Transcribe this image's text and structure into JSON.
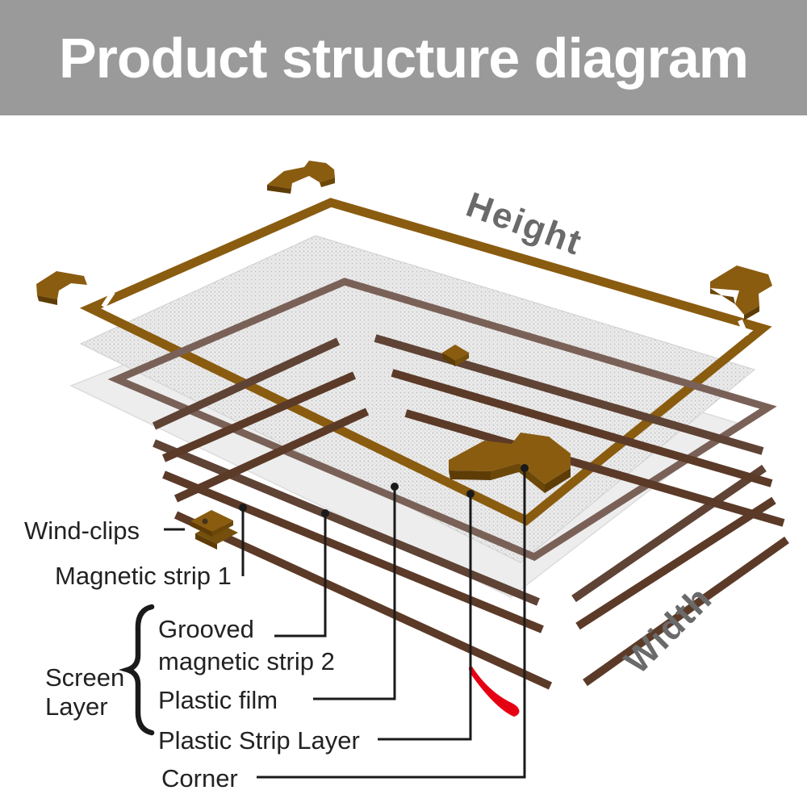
{
  "title": {
    "text": "Product structure diagram"
  },
  "diagram": {
    "dimension_labels": {
      "height": "Height",
      "width": "Width"
    },
    "part_labels": {
      "wind_clips": "Wind-clips",
      "magnetic_strip_1": "Magnetic strip 1",
      "grooved_magnetic_strip_2_line1": "Grooved",
      "grooved_magnetic_strip_2_line2": "magnetic strip 2",
      "plastic_film": "Plastic film",
      "plastic_strip_layer": "Plastic Strip Layer",
      "corner": "Corner",
      "screen_layer_line1": "Screen",
      "screen_layer_line2": "Layer"
    },
    "colors": {
      "title_bg": "#9a9a9a",
      "title_text": "#ffffff",
      "label_text": "#222222",
      "dim_text": "#6a6a6a",
      "leader_line": "#1a1a1a",
      "gold": "#8a5c10",
      "gold_dark": "#5e3c06",
      "strip_taupe": "#7a6157",
      "strip_mid": "#5f4335",
      "strip_brown": "#5c3a28",
      "mesh_gray": "#ececec",
      "film_gray": "#ededed",
      "red": "#e60013"
    }
  }
}
